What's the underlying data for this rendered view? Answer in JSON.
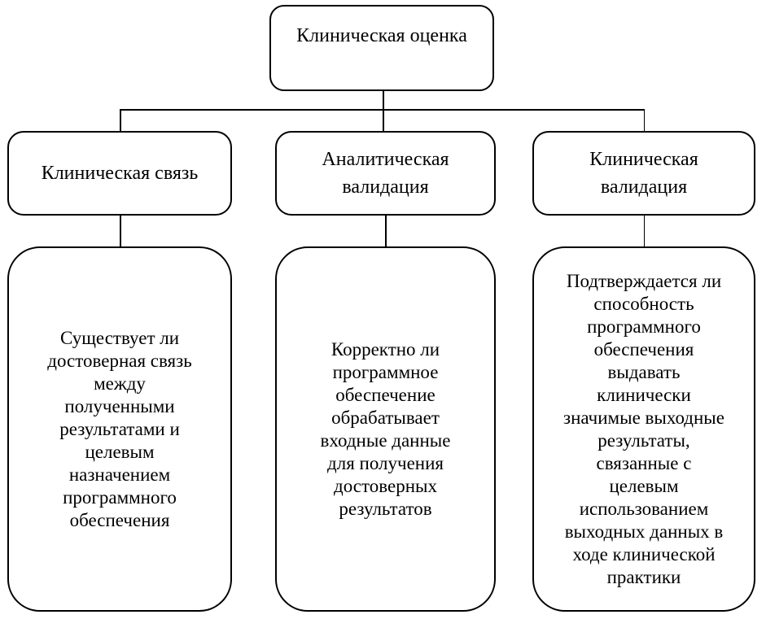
{
  "diagram": {
    "root": {
      "label": "Клиническая оценка"
    },
    "branches": [
      {
        "title": "Клиническая связь",
        "description": "Существует ли\nдостоверная связь\nмежду\nполученными\nрезультатами и\nцелевым\nназначением\nпрограммного\nобеспечения"
      },
      {
        "title": "Аналитическая\nвалидация",
        "description": "Корректно ли\nпрограммное\nобеспечение\nобрабатывает\nвходные данные\nдля получения\nдостоверных\nрезультатов"
      },
      {
        "title": "Клиническая\nвалидация",
        "description": "Подтверждается ли\nспособность\nпрограммного\nобеспечения\nвыдавать\nклинически\nзначимые выходные\nрезультаты,\nсвязанные с\nцелевым\nиспользованием\nвыходных данных в\nходе клинической\nпрактики"
      }
    ],
    "colors": {
      "border": "#000000",
      "background": "#ffffff",
      "text": "#000000"
    }
  }
}
